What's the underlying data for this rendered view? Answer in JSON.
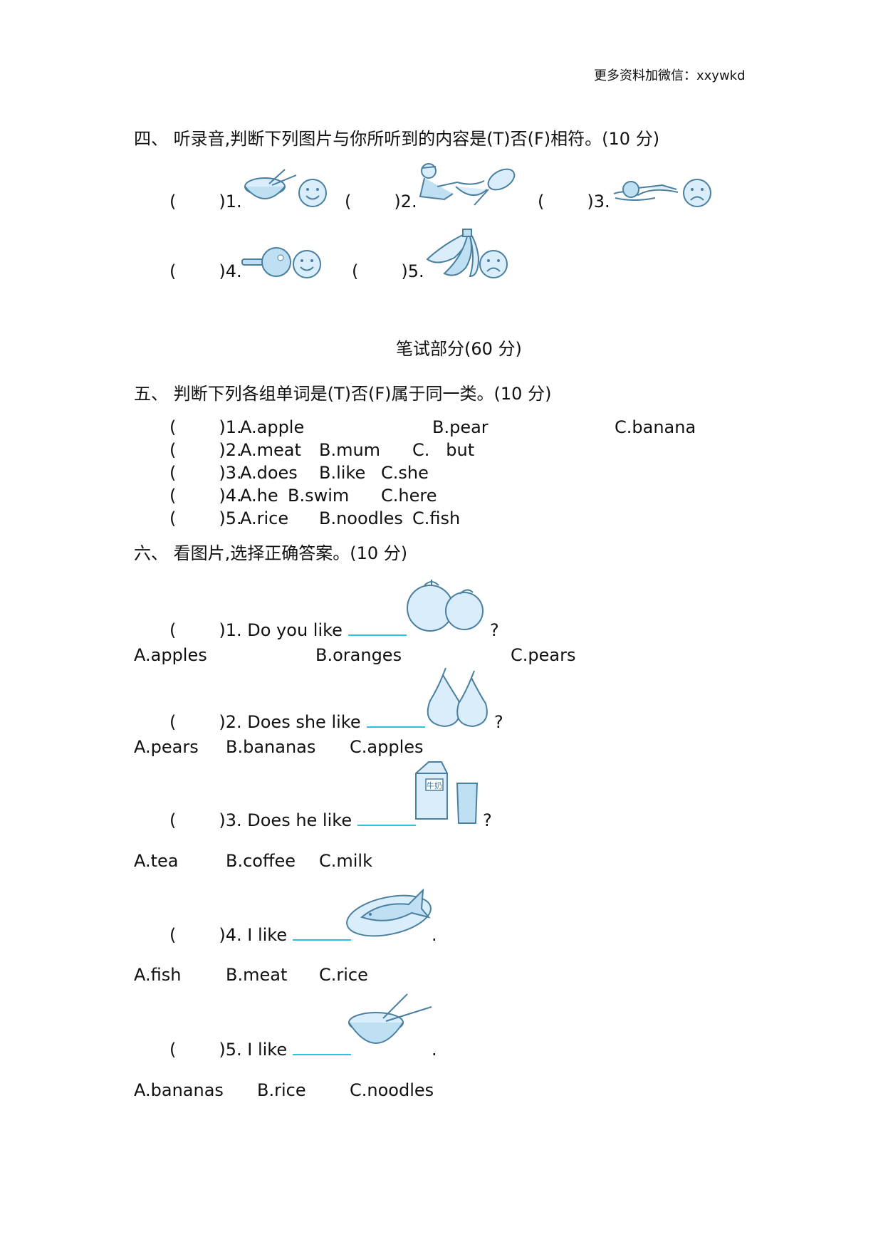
{
  "header_note": "更多资料加微信：xxywkd",
  "section4": {
    "title": "四、 听录音,判断下列图片与你所听到的内容是(T)否(F)相符。(10 分)",
    "items": [
      {
        "num": ")1.",
        "picture": "rice-bowl-icon",
        "face": "smile-face-icon"
      },
      {
        "num": ")2.",
        "picture": "boy-with-kite-icon"
      },
      {
        "num": ")3.",
        "picture": "swimmer-icon",
        "face": "sad-face-icon"
      },
      {
        "num": ")4.",
        "picture": "ping-pong-paddle-icon",
        "face": "smile-face-icon"
      },
      {
        "num": ")5.",
        "picture": "bananas-icon",
        "face": "sad-face-icon"
      }
    ]
  },
  "written_part": "笔试部分(60 分)",
  "section5": {
    "title": "五、 判断下列各组单词是(T)否(F)属于同一类。(10 分)",
    "items": [
      {
        "num": ")1.",
        "a": "A.apple",
        "b": "B.pear",
        "c": "C.banana"
      },
      {
        "num": ")2.",
        "a": "A.meat",
        "b": "B.mum",
        "c": "C.   but"
      },
      {
        "num": ")3.",
        "a": "A.does",
        "b": "B.like",
        "c": "C.she"
      },
      {
        "num": ")4.",
        "a": "A.he",
        "b": "B.swim",
        "c": "C.here"
      },
      {
        "num": ")5.",
        "a": "A.rice",
        "b": "B.noodles",
        "c": "C.fish"
      }
    ]
  },
  "section6": {
    "title": "六、 看图片,选择正确答案。(10 分)",
    "items": [
      {
        "q": ")1. Do you like",
        "end": "?",
        "a": "A.apples",
        "b": "B.oranges",
        "c": "C.pears",
        "picture": "oranges-icon"
      },
      {
        "q": ")2. Does she like",
        "end": "?",
        "a": "A.pears",
        "b": "B.bananas",
        "c": "C.apples",
        "picture": "pears-icon"
      },
      {
        "q": ")3. Does he like",
        "end": "?",
        "a": "A.tea",
        "b": "B.coffee",
        "c": "C.milk",
        "picture": "milk-carton-icon",
        "carton_label": "牛奶"
      },
      {
        "q": ")4. I like",
        "end": ".",
        "a": "A.fish",
        "b": "B.meat",
        "c": "C.rice",
        "picture": "fish-plate-icon"
      },
      {
        "q": ")5. I like",
        "end": ".",
        "a": "A.bananas",
        "b": "B.rice",
        "c": "C.noodles",
        "picture": "rice-bowl-icon"
      }
    ]
  },
  "paren_open": "("
}
